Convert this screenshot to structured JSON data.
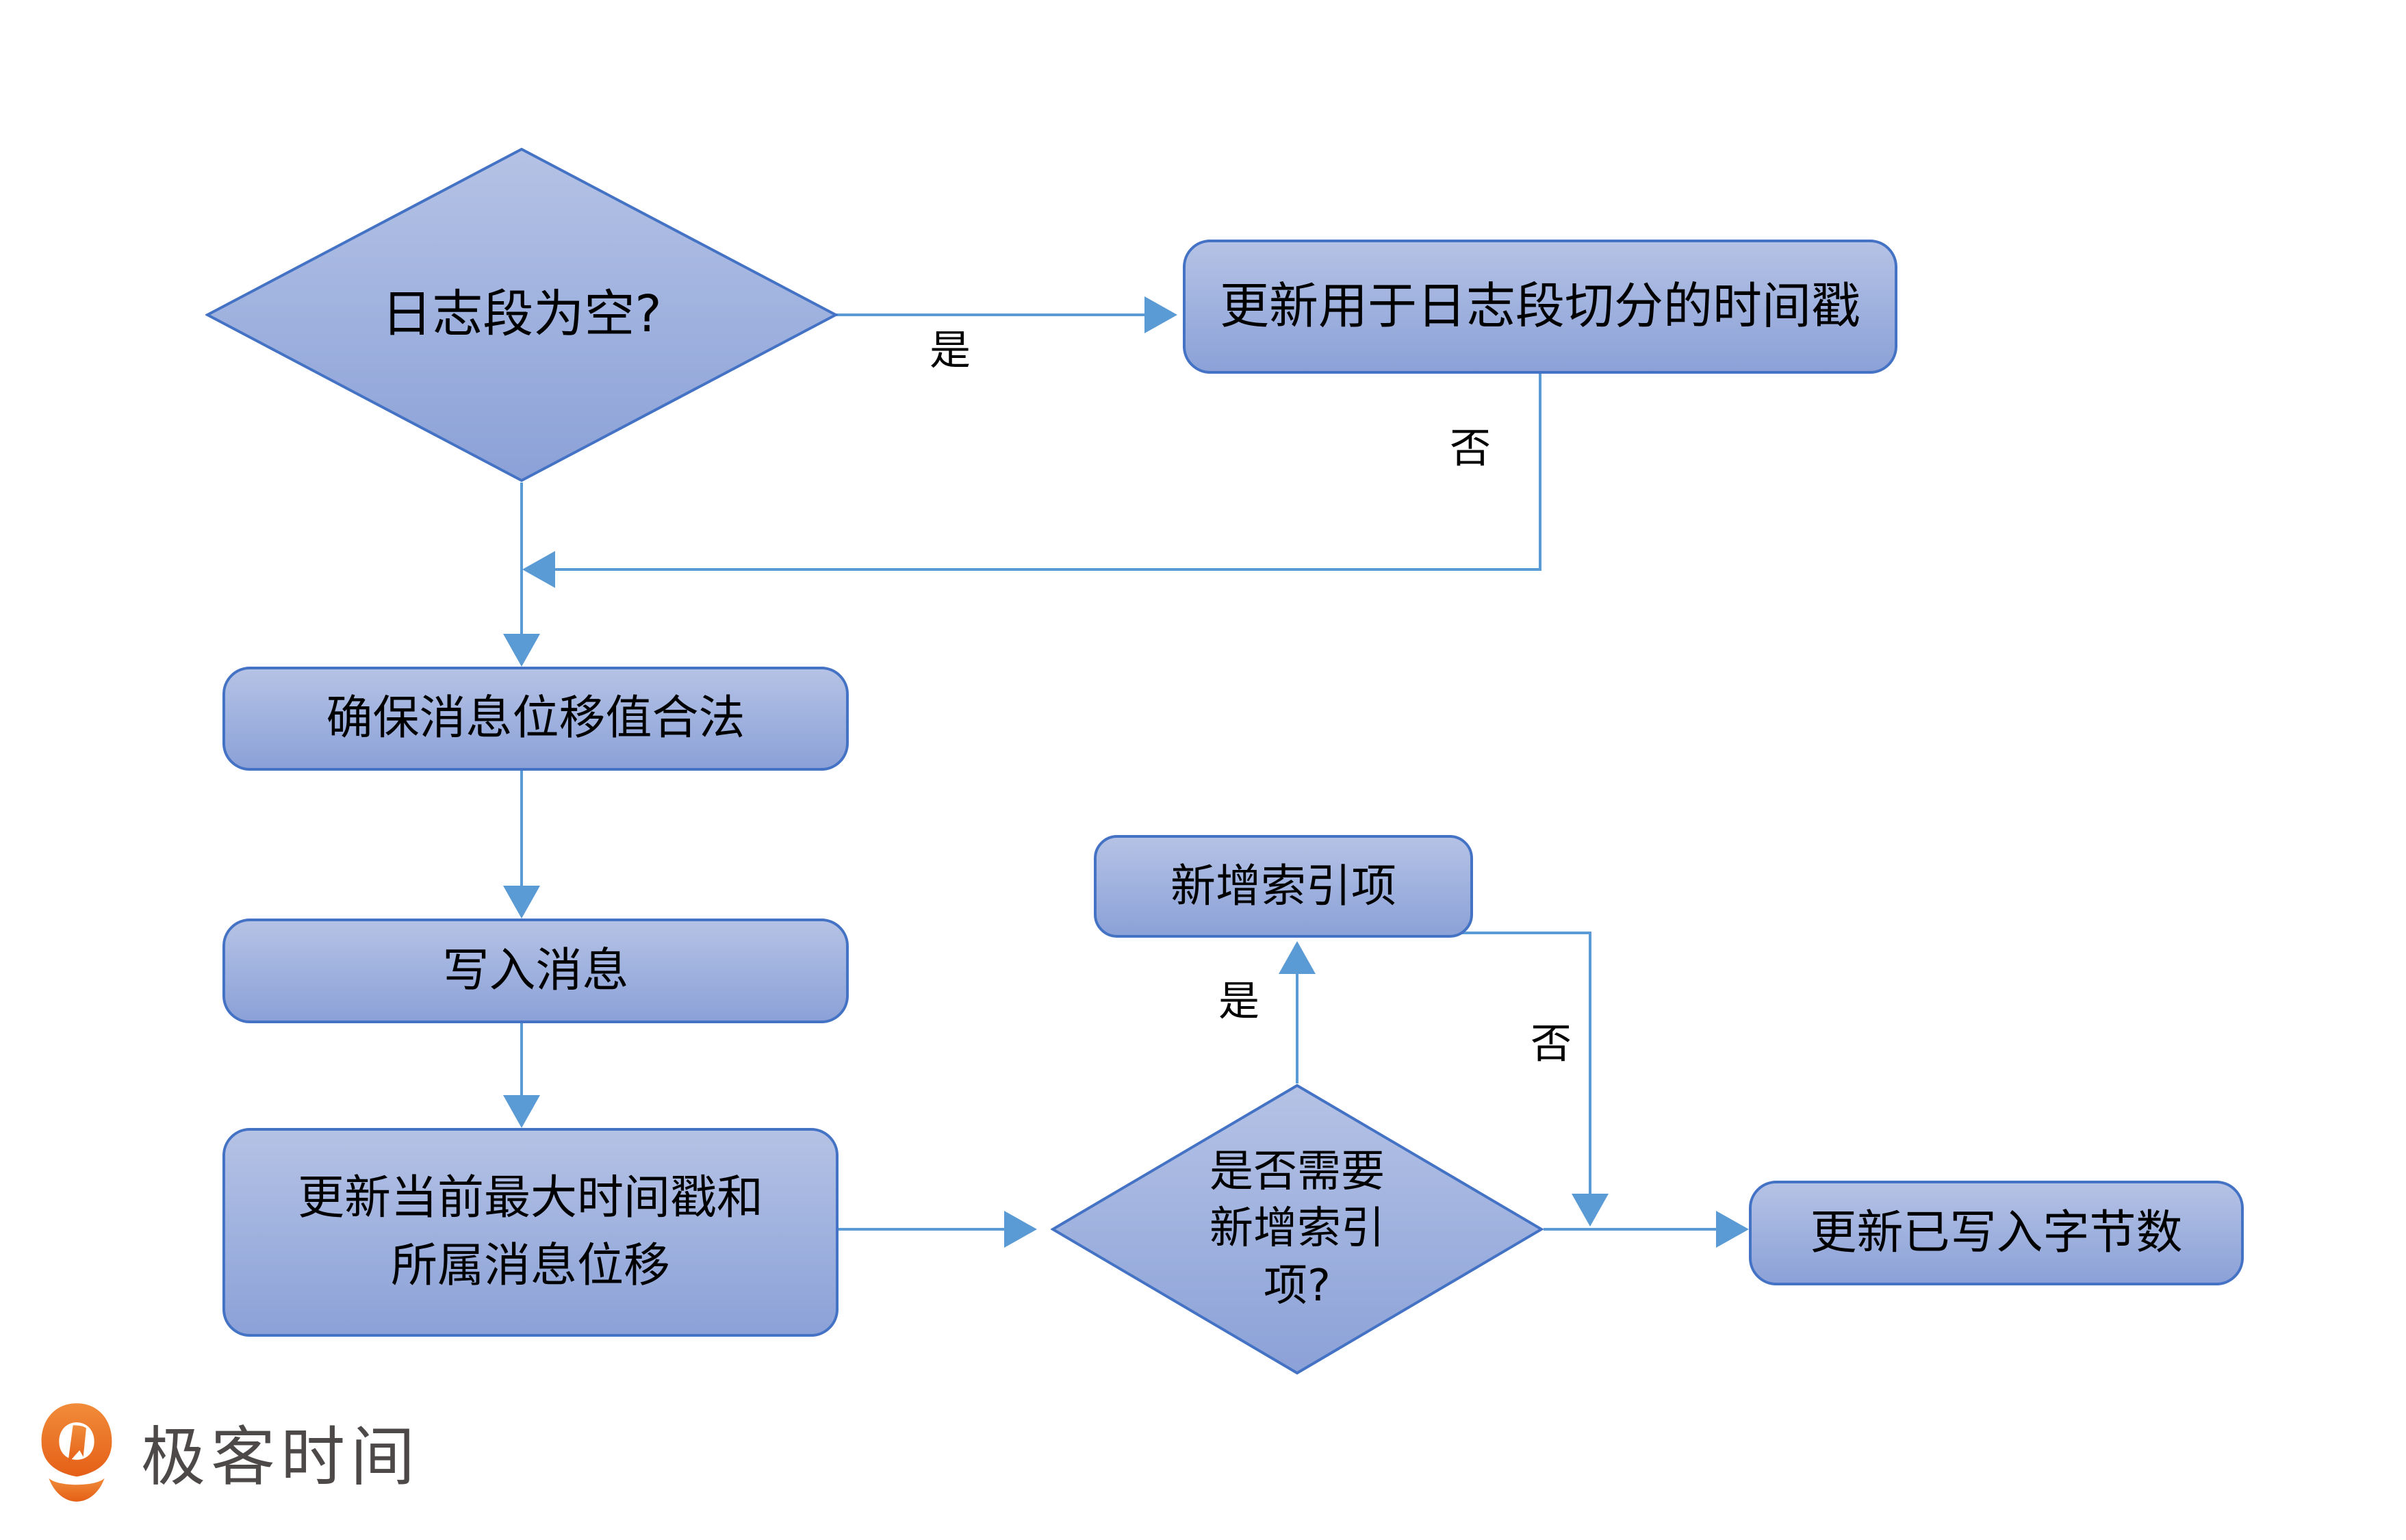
{
  "flowchart": {
    "nodes": {
      "d1": {
        "label": "日志段为空?"
      },
      "r1": {
        "label": "更新用于日志段切分的时间戳"
      },
      "r2": {
        "label": "确保消息位移值合法"
      },
      "r3": {
        "label": "写入消息"
      },
      "r4": {
        "lines": [
          "更新当前最大时间戳和",
          "所属消息位移"
        ]
      },
      "d2": {
        "lines": [
          "是否需要",
          "新增索引",
          "项?"
        ]
      },
      "r5": {
        "label": "新增索引项"
      },
      "r6": {
        "label": "更新已写入字节数"
      }
    },
    "edge_labels": {
      "yes1": "是",
      "no1": "否",
      "yes2": "是",
      "no2": "否"
    }
  },
  "branding": {
    "logo_text": "极客时间"
  },
  "colors": {
    "shape_fill_top": "#b5c2e5",
    "shape_fill_bottom": "#8ca1d7",
    "shape_border": "#4472c4",
    "connector": "#5b9bd5",
    "logo_orange": "#e86c1f",
    "logo_text": "#4c4948"
  }
}
